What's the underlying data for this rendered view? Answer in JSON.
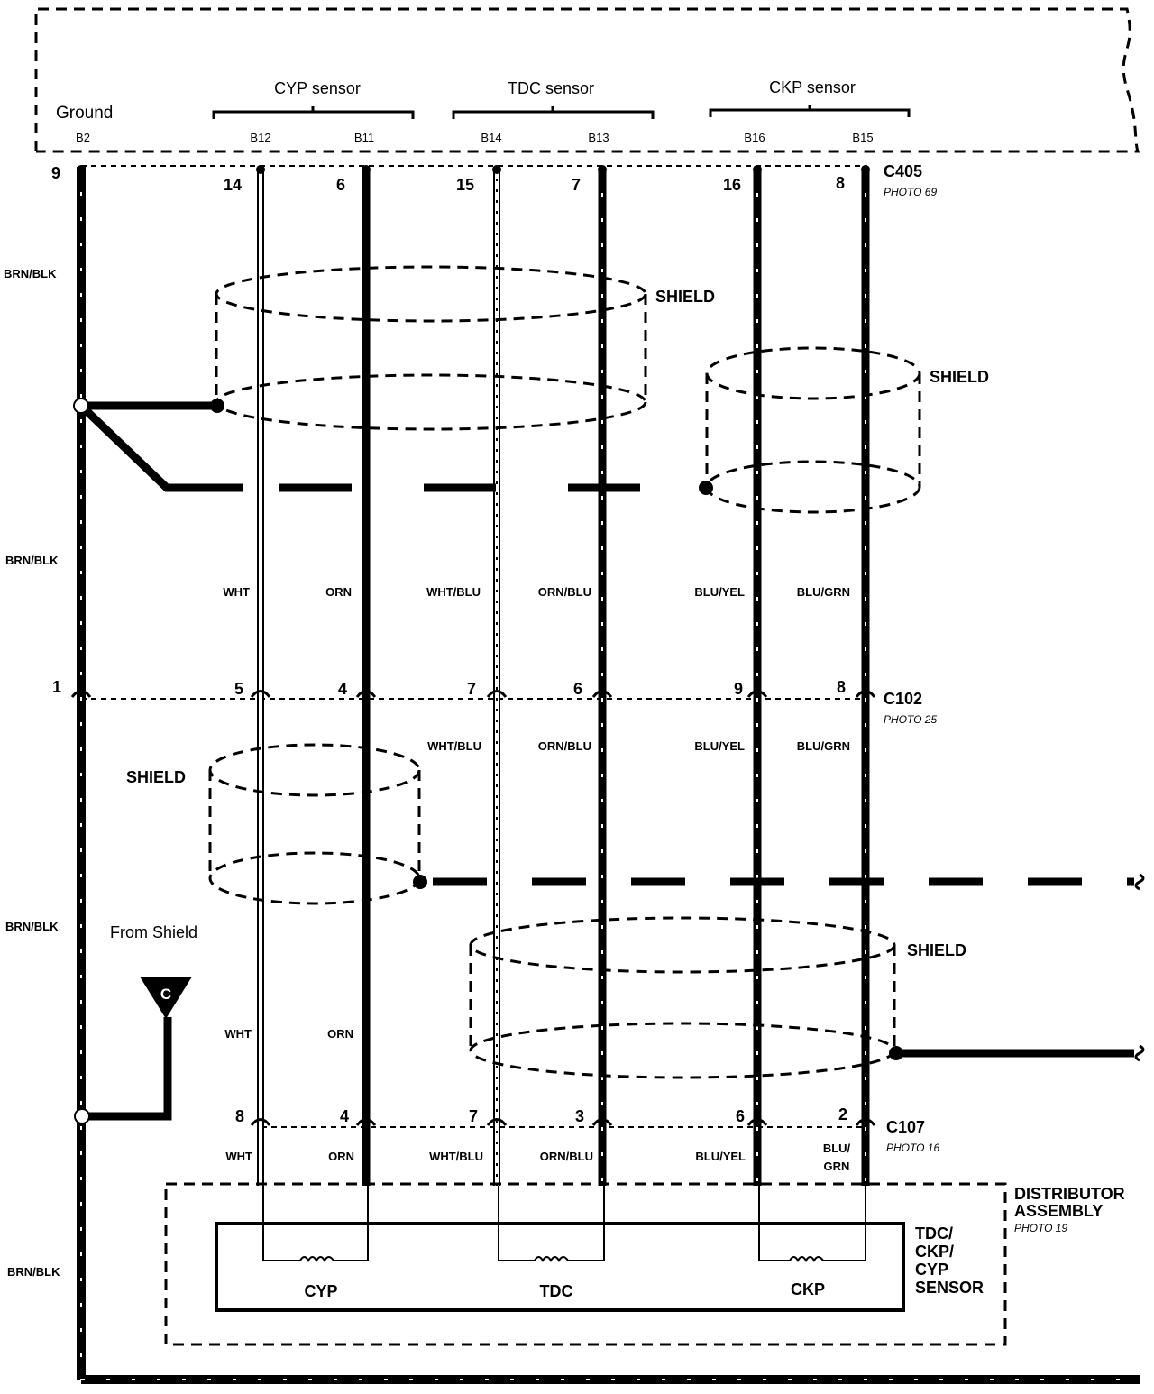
{
  "ecm": {
    "ground_label": "Ground",
    "sensor_groups": [
      "CYP sensor",
      "TDC sensor",
      "CKP sensor"
    ],
    "terminals": [
      "B2",
      "B12",
      "B11",
      "B14",
      "B13",
      "B16",
      "B15"
    ]
  },
  "connectors": {
    "c405": {
      "name": "C405",
      "photo": "PHOTO 69",
      "pins": [
        "9",
        "14",
        "6",
        "15",
        "7",
        "16",
        "8"
      ]
    },
    "c102": {
      "name": "C102",
      "photo": "PHOTO 25",
      "pins": [
        "1",
        "5",
        "4",
        "7",
        "6",
        "9",
        "8"
      ]
    },
    "c107": {
      "name": "C107",
      "photo": "PHOTO 16",
      "pins": [
        "8",
        "4",
        "7",
        "3",
        "6",
        "2"
      ]
    }
  },
  "wires": {
    "ground": "BRN/BLK",
    "upper": [
      "WHT",
      "ORN",
      "WHT/BLU",
      "ORN/BLU",
      "BLU/YEL",
      "BLU/GRN"
    ],
    "middle": [
      "WHT/BLU",
      "ORN/BLU",
      "BLU/YEL",
      "BLU/GRN"
    ],
    "lower": [
      "WHT",
      "ORN"
    ],
    "bottom": [
      "WHT",
      "ORN",
      "WHT/BLU",
      "ORN/BLU",
      "BLU/YEL"
    ],
    "blu_grn_split": [
      "BLU/",
      "GRN"
    ]
  },
  "shields": [
    "SHIELD",
    "SHIELD",
    "SHIELD",
    "SHIELD"
  ],
  "from_shield": {
    "text": "From Shield",
    "symbol": "C"
  },
  "distributor": {
    "title_lines": [
      "DISTRIBUTOR",
      "ASSEMBLY"
    ],
    "photo": "PHOTO 19",
    "sensor_lines": [
      "TDC/",
      "CKP/",
      "CYP",
      "SENSOR"
    ],
    "coils": [
      "CYP",
      "TDC",
      "CKP"
    ]
  },
  "colors": {
    "ink": "#000000",
    "paper": "#ffffff"
  }
}
